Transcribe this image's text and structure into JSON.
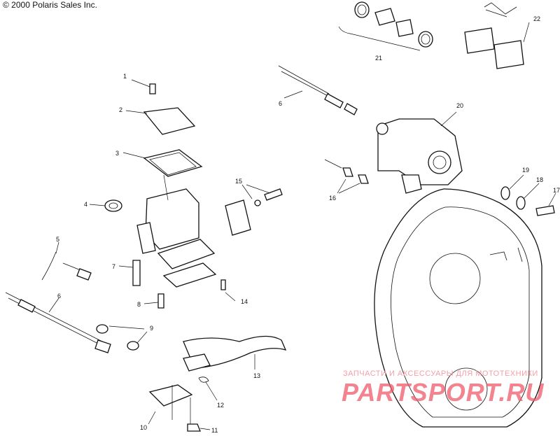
{
  "copyright": "© 2000 Polaris Sales Inc.",
  "callouts": {
    "c1": "1",
    "c2": "2",
    "c3": "3",
    "c4": "4",
    "c5": "5",
    "c6a": "6",
    "c6b": "6",
    "c7": "7",
    "c8": "8",
    "c9": "9",
    "c10": "10",
    "c11": "11",
    "c12": "12",
    "c13": "13",
    "c14": "14",
    "c15": "15",
    "c16": "16",
    "c17": "17",
    "c18": "18",
    "c19": "19",
    "c20": "20",
    "c21": "21",
    "c22": "22"
  },
  "watermark": {
    "tagline": "ЗАПЧАСТИ И АКСЕССУАРЫ ДЛЯ МОТОТЕХНИКИ",
    "logo": "PARTSPORT.RU"
  }
}
